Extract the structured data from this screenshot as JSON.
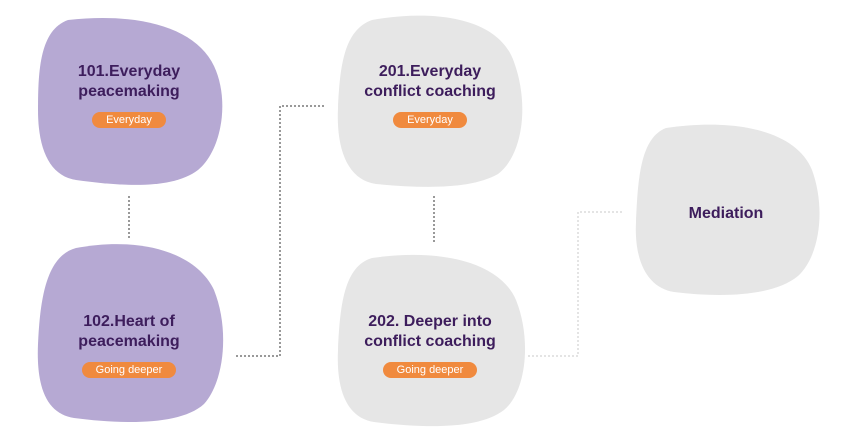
{
  "colors": {
    "purple_blob": "#b6a9d3",
    "gray_blob": "#e6e6e6",
    "title_text": "#3d1d5c",
    "badge_bg": "#f08a3e",
    "badge_text": "#ffffff",
    "connector_dark": "#333333",
    "connector_light": "#c8c8c8"
  },
  "nodes": {
    "n101": {
      "title_line1": "101.Everyday",
      "title_line2": "peacemaking",
      "badge": "Everyday"
    },
    "n102": {
      "title_line1": "102.Heart of",
      "title_line2": "peacemaking",
      "badge": "Going deeper"
    },
    "n201": {
      "title_line1": "201.Everyday",
      "title_line2": "conflict coaching",
      "badge": "Everyday"
    },
    "n202": {
      "title_line1": "202. Deeper into",
      "title_line2": "conflict coaching",
      "badge": "Going deeper"
    },
    "mediation": {
      "title": "Mediation"
    }
  }
}
